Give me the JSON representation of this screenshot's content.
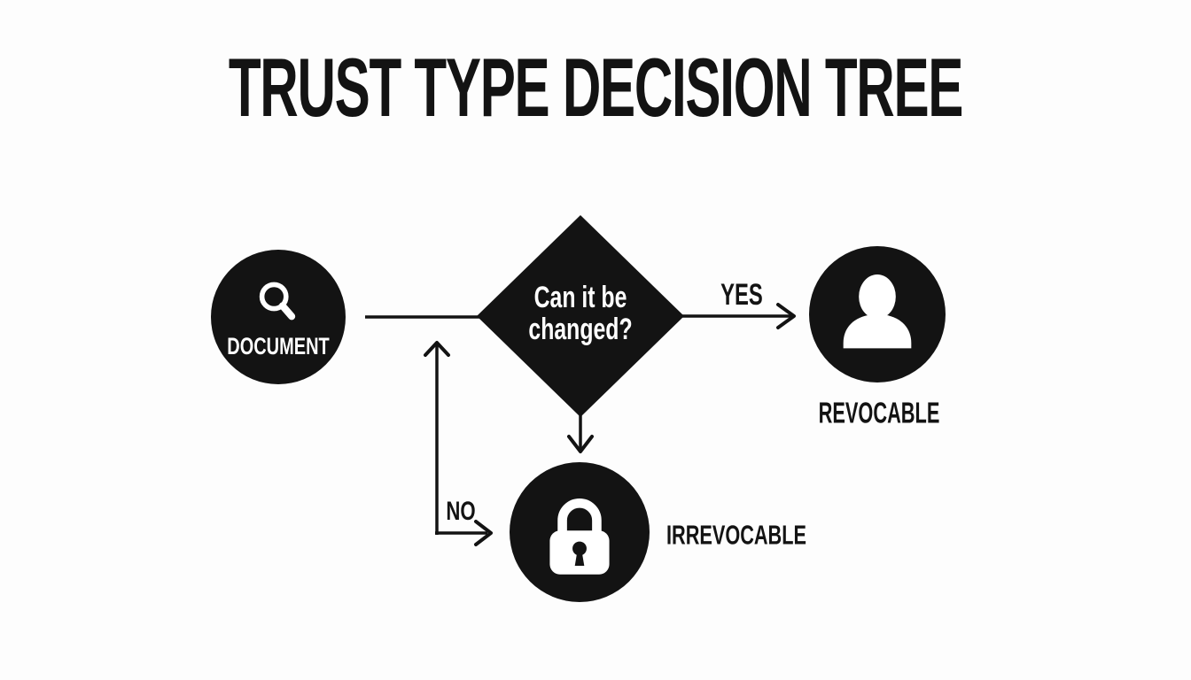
{
  "title": "TRUST TYPE DECISION TREE",
  "colors": {
    "ink": "#131313",
    "background": "#fdfdfd",
    "node_text": "#ffffff"
  },
  "nodes": {
    "document": {
      "label": "DOCUMENT",
      "icon": "magnifier-icon"
    },
    "decision": {
      "question_lines": [
        "Can it be",
        "changed?"
      ]
    },
    "revocable": {
      "label": "REVOCABLE",
      "icon": "person-icon"
    },
    "irrevocable": {
      "label": "IRREVOCABLE",
      "icon": "lock-icon"
    }
  },
  "edges": {
    "yes_label": "YES",
    "no_label": "NO"
  }
}
